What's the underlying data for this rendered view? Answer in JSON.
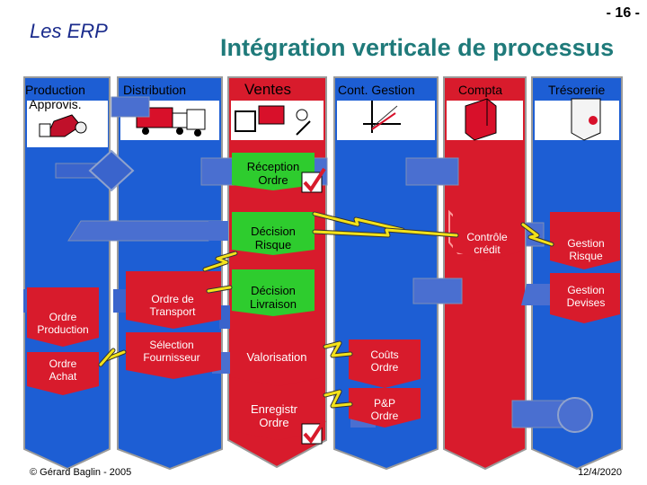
{
  "header": {
    "page_number": "- 16 -",
    "section": "Les ERP",
    "title": "Intégration verticale de processus"
  },
  "columns": [
    {
      "label": "Production\nApprovis.",
      "icon": "factory-icon"
    },
    {
      "label": "Distribution",
      "icon": "trucks-icon"
    },
    {
      "label": "Ventes",
      "icon": "sales-office-icon"
    },
    {
      "label": "Cont. Gestion",
      "icon": "chart-icon"
    },
    {
      "label": "Compta",
      "icon": "ledger-icon"
    },
    {
      "label": "Trésorerie",
      "icon": "safe-icon"
    }
  ],
  "steps": {
    "reception_ordre": "Réception\nOrdre",
    "decision_risque": "Décision\nRisque",
    "controle_credit": "Contrôle\ncrédit",
    "gestion_risque": "Gestion\nRisque",
    "ordre_transport": "Ordre de\nTransport",
    "decision_livraison": "Décision\nLivraison",
    "gestion_devises": "Gestion\nDevises",
    "ordre_production": "Ordre\nProduction",
    "selection_fournisseur": "Sélection\nFournisseur",
    "valorisation": "Valorisation",
    "couts_ordre": "Coûts\nOrdre",
    "ordre_achat": "Ordre\nAchat",
    "enregistr_ordre": "Enregistr\nOrdre",
    "pp_ordre": "P&P\nOrdre"
  },
  "footer": {
    "copyright": "© Gérard Baglin - 2005",
    "date": "12/4/2020"
  },
  "colors": {
    "lane_blue": "#1f5fd6",
    "lane_red": "#d81b2c",
    "step_green": "#2ecc2e",
    "title_teal": "#1f7a7a",
    "section_navy": "#1a2b8c"
  }
}
